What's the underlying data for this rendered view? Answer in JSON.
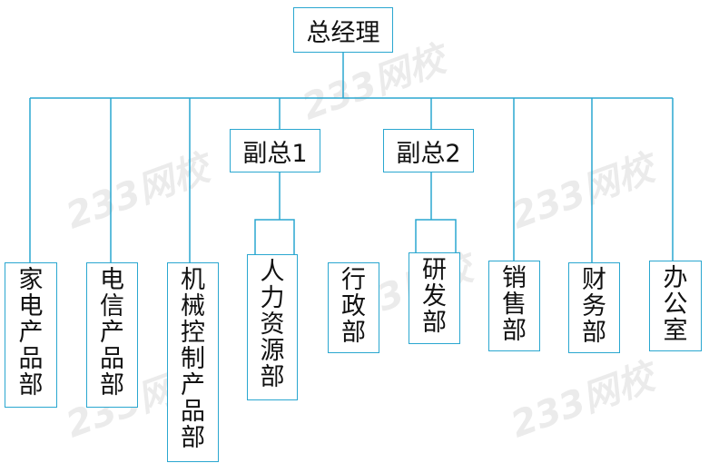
{
  "watermark": "233网校",
  "colors": {
    "line": "#2aa7d0",
    "text": "#111111"
  },
  "top": "总经理",
  "deputies": [
    "副总1",
    "副总2"
  ],
  "departments": [
    "家电产品部",
    "电信产品部",
    "机械控制产品部",
    "人力资源部",
    "行政部",
    "研发部",
    "销售部",
    "财务部",
    "办公室"
  ]
}
